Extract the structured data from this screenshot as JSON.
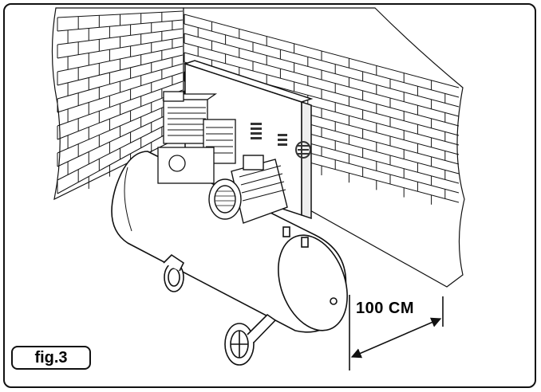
{
  "figure": {
    "label": "fig.3",
    "dimension_label": "100 CM"
  },
  "colors": {
    "line": "#111111",
    "fill": "#ffffff",
    "vent": "#333333"
  },
  "icons": [
    "brick-wall",
    "air-compressor",
    "tank",
    "electric-motor",
    "pump-head",
    "wheel",
    "dimension-arrow"
  ]
}
